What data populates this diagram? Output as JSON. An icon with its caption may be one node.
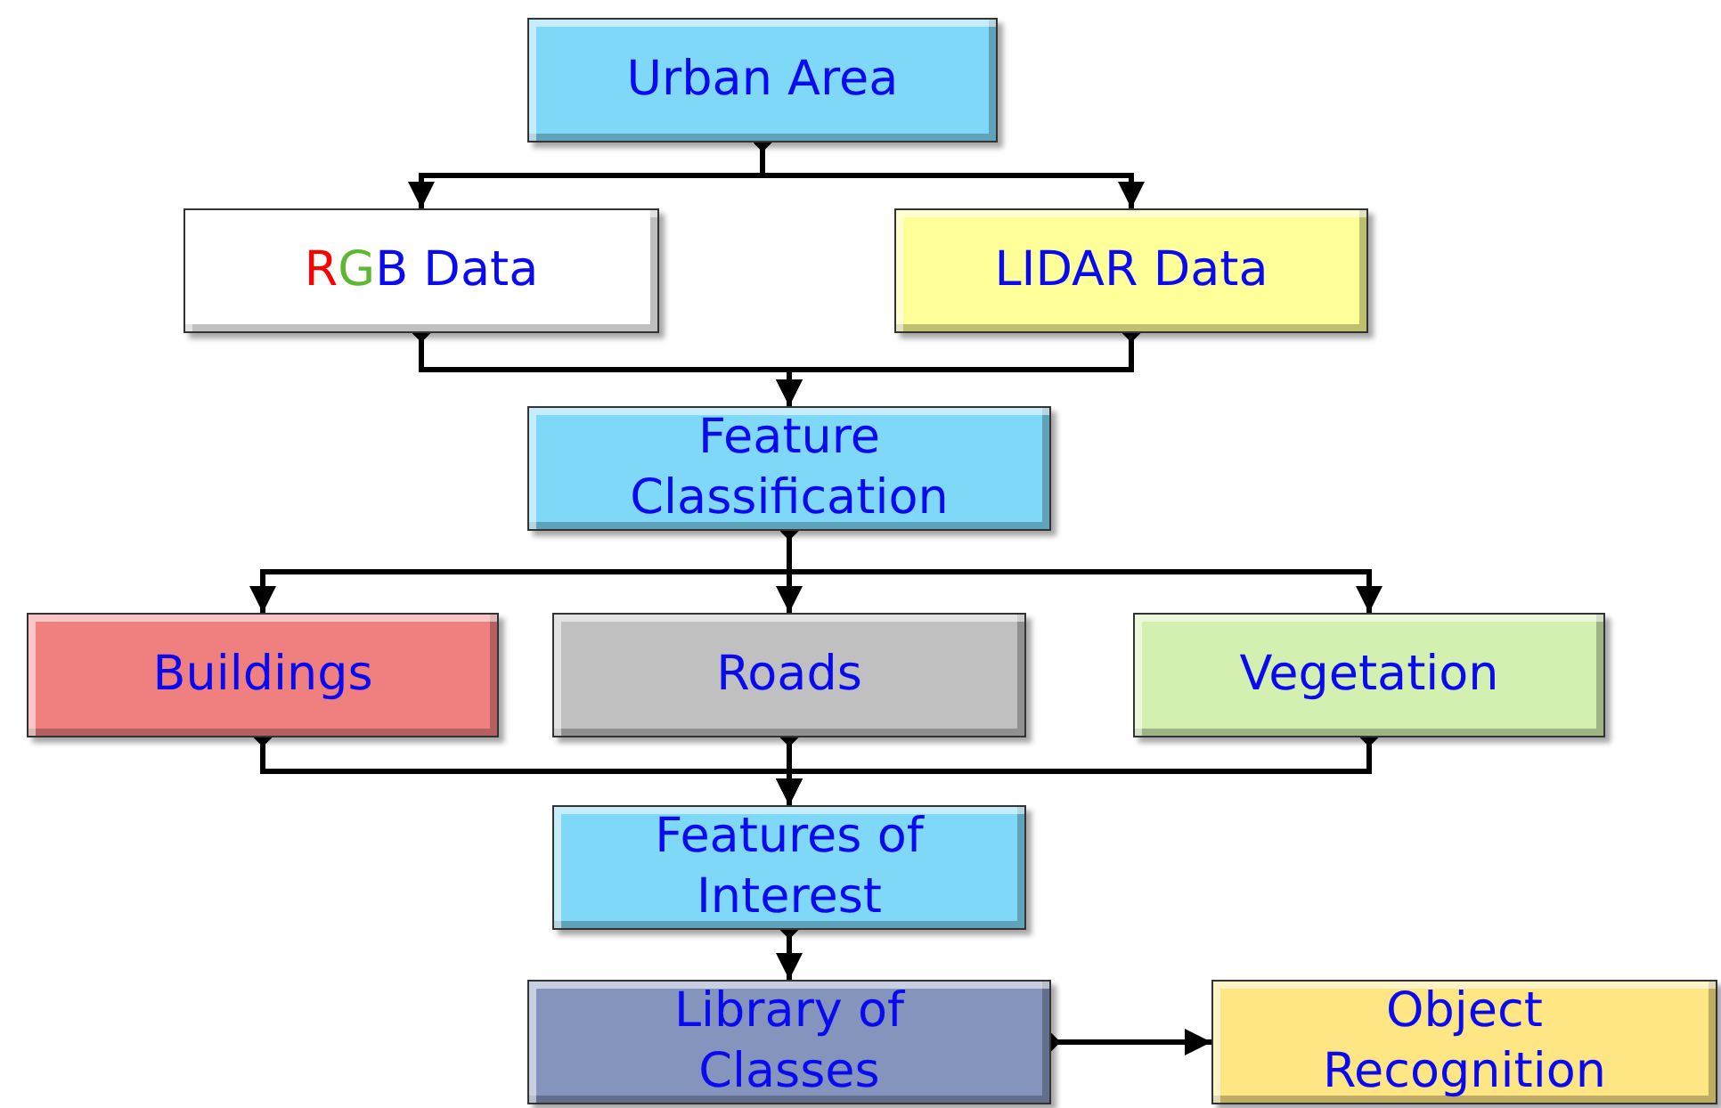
{
  "diagram": {
    "nodes": [
      {
        "text": [
          "Urban Area"
        ]
      },
      {
        "text": [
          "RGB Data"
        ]
      },
      {
        "text": [
          "LIDAR Data"
        ]
      },
      {
        "text": [
          "Feature Classification"
        ]
      },
      {
        "text": [
          "Buildings"
        ]
      },
      {
        "text": [
          "Roads"
        ]
      },
      {
        "text": [
          "Vegetation"
        ]
      },
      {
        "text": [
          "Features of Interest"
        ]
      },
      {
        "text": [
          "Library of Classes"
        ]
      },
      {
        "text": [
          "Object Recognition"
        ]
      }
    ],
    "edges": [
      {
        "from": 0,
        "to": 1,
        "arrow": "to"
      },
      {
        "from": 0,
        "to": 2,
        "arrow": "to"
      },
      {
        "from": 1,
        "to": 3,
        "arrow": "to"
      },
      {
        "from": 2,
        "to": 3,
        "arrow": "to"
      },
      {
        "from": 3,
        "to": 4,
        "arrow": "to"
      },
      {
        "from": 3,
        "to": 5,
        "arrow": "to"
      },
      {
        "from": 3,
        "to": 6,
        "arrow": "to"
      },
      {
        "from": 4,
        "to": 7,
        "arrow": "to"
      },
      {
        "from": 5,
        "to": 7,
        "arrow": "to"
      },
      {
        "from": 6,
        "to": 7,
        "arrow": "to"
      },
      {
        "from": 7,
        "to": 8,
        "arrow": "to"
      },
      {
        "from": 8,
        "to": 9,
        "arrow": "to"
      }
    ]
  }
}
